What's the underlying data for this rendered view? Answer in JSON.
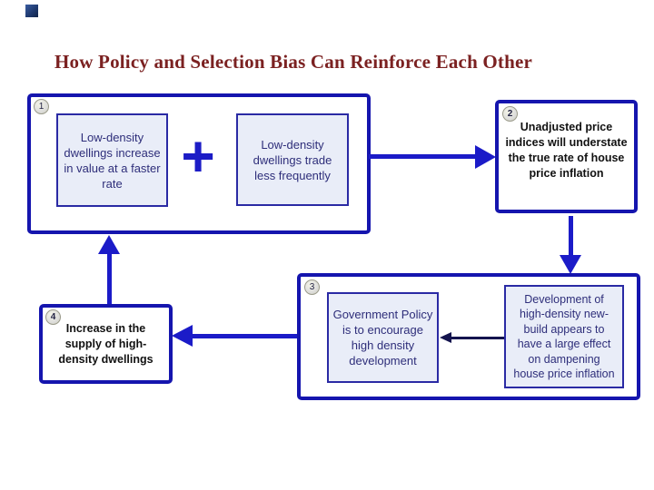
{
  "title": {
    "text": "How Policy and Selection Bias Can Reinforce Each Other",
    "color": "#7b2121"
  },
  "diagram": {
    "group1": {
      "badge": "1",
      "box_value": "Low-density\ndwellings increase\nin value at a faster\nrate",
      "operator": "+",
      "box_trade": "Low-density\ndwellings trade\nless frequently"
    },
    "box2": {
      "badge": "2",
      "text": "Unadjusted price\nindices will understate\nthe true rate of house\nprice inflation"
    },
    "group3": {
      "badge": "3",
      "box_development": "Development of\nhigh-density new-\nbuild appears to\nhave a large effect\non dampening\nhouse price inflation",
      "box_policy": "Government Policy\nis to encourage\nhigh density\ndevelopment"
    },
    "box4": {
      "badge": "4",
      "text": "Increase in the\nsupply of high-\ndensity dwellings"
    }
  },
  "colors": {
    "title_text": "#7b2121",
    "box_border": "#1515ae",
    "arrow": "#1b1bc8",
    "inner_arrow": "#14144e",
    "inner_box_fill": "#e9edf8",
    "inner_box_text": "#2e2e7a",
    "badge_fill": "#e8e8d8",
    "decoration_square": "#1f3a70"
  }
}
